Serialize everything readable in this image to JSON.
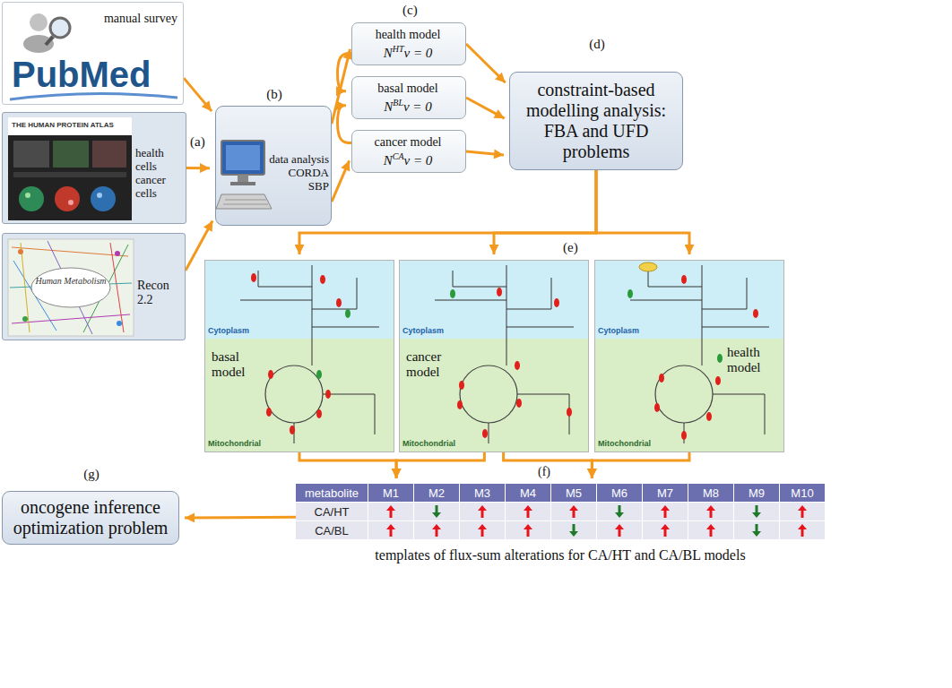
{
  "diagram": {
    "caption": "templates of flux-sum alterations for CA/HT and CA/BL models",
    "nodes": [
      {
        "text": [
          "manual survey",
          "PubMed"
        ]
      },
      {
        "text": [
          "THE HUMAN PROTEIN ATLAS",
          "health cells cancer cells"
        ]
      },
      {
        "text": [
          "Human Metabolism",
          "Recon 2.2"
        ]
      },
      {
        "text": [
          "(b)",
          "data analysis CORDA SBP"
        ]
      },
      {
        "text": [
          "health model",
          "N",
          "HT",
          "v = 0"
        ]
      },
      {
        "text": [
          "basal model",
          "N",
          "BL",
          "v = 0"
        ]
      },
      {
        "text": [
          "cancer model",
          "N",
          "CA",
          "v = 0"
        ]
      },
      {
        "text": [
          "(d)",
          "constraint-based modelling analysis: FBA and UFD problems"
        ]
      },
      {
        "text": [
          "basal model",
          "Cytoplasm",
          "Mitochondrial"
        ]
      },
      {
        "text": [
          "cancer model",
          "Cytoplasm",
          "Mitochondrial"
        ]
      },
      {
        "text": [
          "health model",
          "Cytoplasm",
          "Mitochondrial"
        ]
      },
      {
        "text": [
          "metabolite",
          "M1",
          "M2",
          "M3",
          "M4",
          "M5",
          "M6",
          "M7",
          "M8",
          "M9",
          "M10",
          "CA/HT",
          "CA/BL"
        ]
      },
      {
        "text": [
          "(g)",
          "oncogene inference optimization problem"
        ]
      }
    ],
    "edges": [
      {
        "from": 0,
        "to": 3,
        "arrow": "to"
      },
      {
        "from": 1,
        "to": 3,
        "arrow": "to"
      },
      {
        "from": 2,
        "to": 3,
        "arrow": "to"
      },
      {
        "from": 3,
        "to": 4,
        "arrow": "to"
      },
      {
        "from": 3,
        "to": 6,
        "arrow": "to"
      },
      {
        "from": 4,
        "to": 5,
        "arrow": "to"
      },
      {
        "from": 6,
        "to": 5,
        "arrow": "to"
      },
      {
        "from": 4,
        "to": 7,
        "arrow": "to"
      },
      {
        "from": 5,
        "to": 7,
        "arrow": "to"
      },
      {
        "from": 6,
        "to": 7,
        "arrow": "to"
      },
      {
        "from": 7,
        "to": 8,
        "arrow": "to"
      },
      {
        "from": 7,
        "to": 9,
        "arrow": "to"
      },
      {
        "from": 7,
        "to": 10,
        "arrow": "to"
      },
      {
        "from": 8,
        "to": 11,
        "arrow": "to"
      },
      {
        "from": 9,
        "to": 11,
        "arrow": "to"
      },
      {
        "from": 9,
        "to": 11,
        "arrow": "to"
      },
      {
        "from": 10,
        "to": 11,
        "arrow": "to"
      },
      {
        "from": 11,
        "to": 12,
        "arrow": "to"
      }
    ],
    "labels": [
      "(a)",
      "(c)",
      "(e)",
      "(f)"
    ]
  }
}
